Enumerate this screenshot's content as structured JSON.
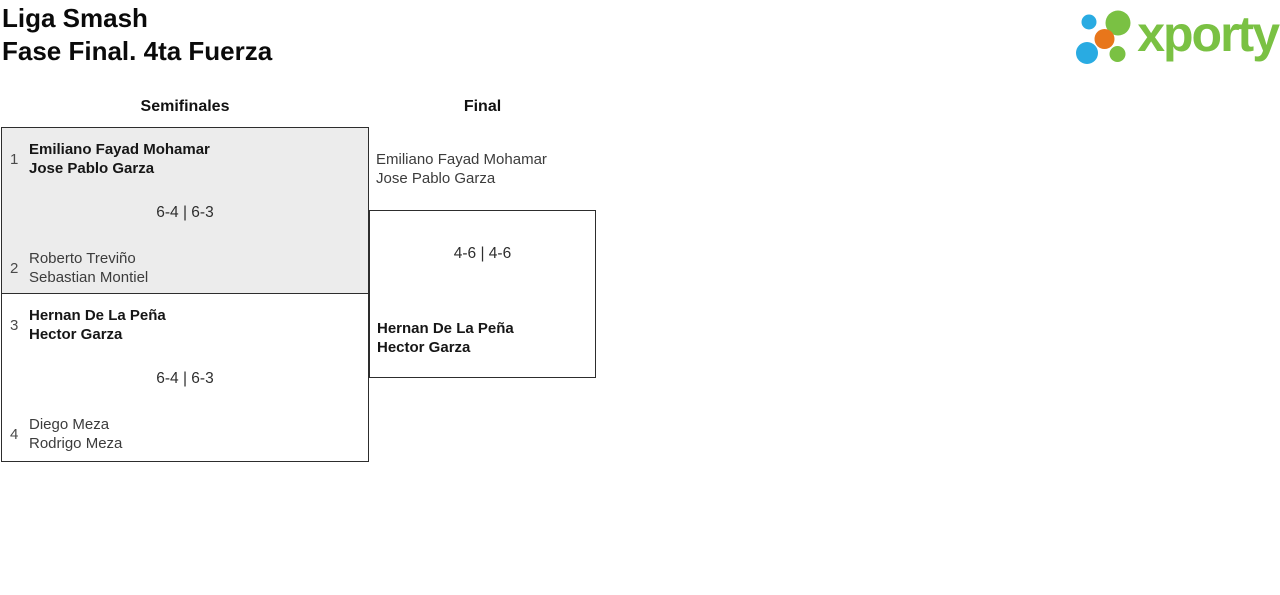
{
  "header": {
    "title_line1": "Liga Smash",
    "title_line2": "Fase Final. 4ta Fuerza"
  },
  "logo": {
    "brand": "xporty"
  },
  "colors": {
    "brand_green": "#7AC143",
    "brand_blue": "#29ABE2",
    "brand_orange": "#E8761B",
    "match_alt_bg": "#ececec",
    "match_border": "#2d2d2d"
  },
  "bracket": {
    "rounds": [
      {
        "label": "Semifinales"
      },
      {
        "label": "Final"
      }
    ],
    "semifinals": [
      {
        "score": "6-4 | 6-3",
        "team1": {
          "seed": "1",
          "player1": "Emiliano Fayad Mohamar",
          "player2": "Jose Pablo Garza",
          "winner": true
        },
        "team2": {
          "seed": "2",
          "player1": "Roberto Treviño",
          "player2": "Sebastian Montiel",
          "winner": false
        }
      },
      {
        "score": "6-4 | 6-3",
        "team1": {
          "seed": "3",
          "player1": "Hernan De La Peña",
          "player2": "Hector Garza",
          "winner": true
        },
        "team2": {
          "seed": "4",
          "player1": "Diego Meza",
          "player2": "Rodrigo Meza",
          "winner": false
        }
      }
    ],
    "final": {
      "score": "4-6 | 4-6",
      "team1": {
        "player1": "Emiliano Fayad Mohamar",
        "player2": "Jose Pablo Garza",
        "winner": false
      },
      "team2": {
        "player1": "Hernan De La Peña",
        "player2": "Hector Garza",
        "winner": true
      }
    }
  }
}
